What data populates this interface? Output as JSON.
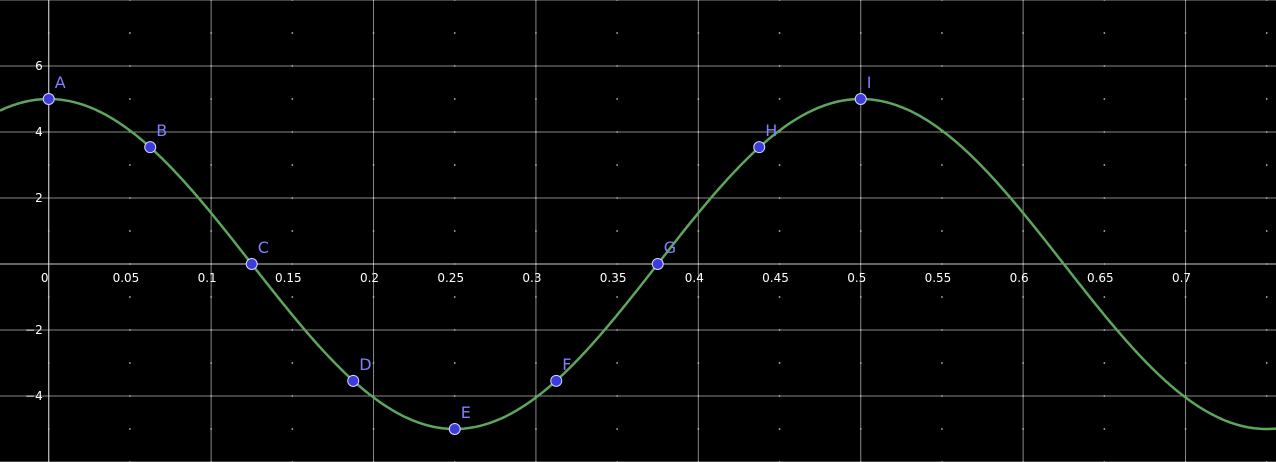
{
  "chart_data": {
    "type": "line",
    "title": "",
    "xlabel": "",
    "ylabel": "",
    "xlim": [
      -0.03,
      0.7557
    ],
    "ylim": [
      -6,
      8
    ],
    "grid": true,
    "x_tick_labels": [
      "0",
      "0.05",
      "0.1",
      "0.15",
      "0.2",
      "0.25",
      "0.3",
      "0.35",
      "0.4",
      "0.45",
      "0.5",
      "0.55",
      "0.6",
      "0.65",
      "0.7"
    ],
    "x_ticks": [
      0,
      0.05,
      0.1,
      0.15,
      0.2,
      0.25,
      0.3,
      0.35,
      0.4,
      0.45,
      0.5,
      0.55,
      0.6,
      0.65,
      0.7
    ],
    "y_tick_labels": [
      "−4",
      "−2",
      "2",
      "4",
      "6"
    ],
    "y_ticks": [
      -4,
      -2,
      2,
      4,
      6
    ],
    "curve": {
      "function": "5*cos(4*pi*x)",
      "amplitude": 5,
      "period": 0.5,
      "color": "#5ea55e"
    },
    "points": [
      {
        "label": "A",
        "x": 0,
        "y": 5
      },
      {
        "label": "B",
        "x": 0.0625,
        "y": 3.54
      },
      {
        "label": "C",
        "x": 0.125,
        "y": 0
      },
      {
        "label": "D",
        "x": 0.1875,
        "y": -3.54
      },
      {
        "label": "E",
        "x": 0.25,
        "y": -5
      },
      {
        "label": "F",
        "x": 0.3125,
        "y": -3.54
      },
      {
        "label": "G",
        "x": 0.375,
        "y": 0
      },
      {
        "label": "H",
        "x": 0.4375,
        "y": 3.54
      },
      {
        "label": "I",
        "x": 0.5,
        "y": 5
      }
    ],
    "point_color": "#3c3cdc",
    "label_color": "#8080ff",
    "background": "#000000",
    "gridline_color": "#888888",
    "axis_color": "#cccccc"
  }
}
